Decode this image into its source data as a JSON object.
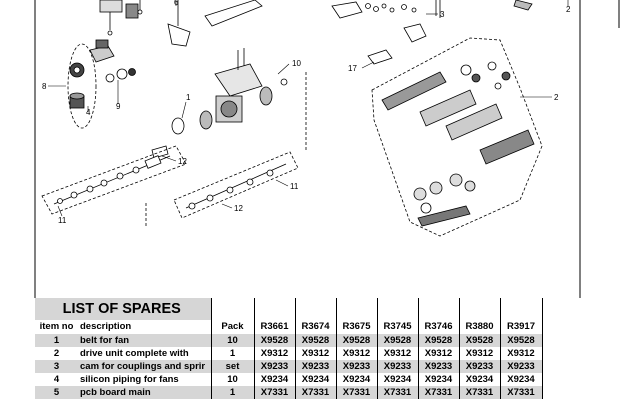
{
  "diagram": {
    "callouts": [
      "2",
      "3",
      "6",
      "8",
      "4",
      "9",
      "10",
      "17",
      "1",
      "12",
      "11",
      "12",
      "11",
      "2"
    ]
  },
  "spares": {
    "title": "LIST OF SPARES",
    "columns": [
      "item no",
      "description",
      "Pack",
      "R3661",
      "R3674",
      "R3675",
      "R3745",
      "R3746",
      "R3880",
      "R3917"
    ],
    "rows": [
      {
        "item": "1",
        "description": "belt for fan",
        "pack": "10",
        "codes": [
          "X9528",
          "X9528",
          "X9528",
          "X9528",
          "X9528",
          "X9528",
          "X9528"
        ]
      },
      {
        "item": "2",
        "description": "drive unit complete with",
        "pack": "1",
        "codes": [
          "X9312",
          "X9312",
          "X9312",
          "X9312",
          "X9312",
          "X9312",
          "X9312"
        ]
      },
      {
        "item": "3",
        "description": "cam for couplings and sprir",
        "pack": "set",
        "codes": [
          "X9233",
          "X9233",
          "X9233",
          "X9233",
          "X9233",
          "X9233",
          "X9233"
        ]
      },
      {
        "item": "4",
        "description": "silicon piping for fans",
        "pack": "10",
        "codes": [
          "X9234",
          "X9234",
          "X9234",
          "X9234",
          "X9234",
          "X9234",
          "X9234"
        ]
      },
      {
        "item": "5",
        "description": "pcb board main",
        "pack": "1",
        "codes": [
          "X7331",
          "X7331",
          "X7331",
          "X7331",
          "X7331",
          "X7331",
          "X7331"
        ]
      }
    ]
  }
}
